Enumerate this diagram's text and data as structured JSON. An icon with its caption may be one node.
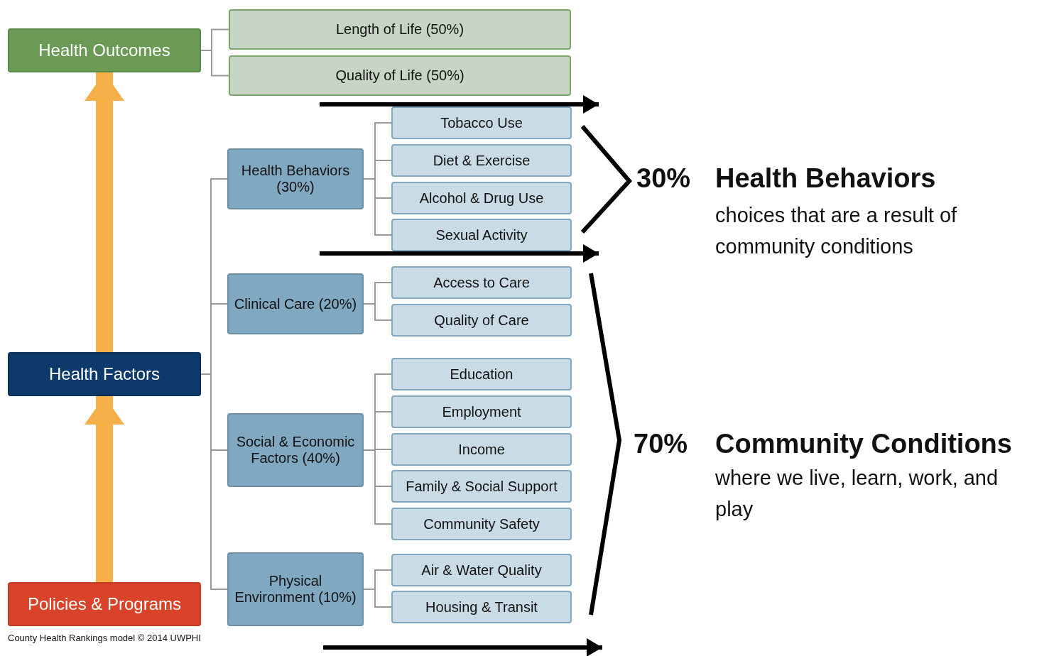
{
  "diagram": {
    "caption": "County Health Rankings model © 2014 UWPHI",
    "nodes": [
      {
        "text": [
          "Health Outcomes"
        ]
      },
      {
        "text": [
          "Length of Life (50%)"
        ]
      },
      {
        "text": [
          "Quality of Life (50%)"
        ]
      },
      {
        "text": [
          "Health Factors"
        ]
      },
      {
        "text": [
          "Health Behaviors (30%)"
        ]
      },
      {
        "text": [
          "Tobacco Use"
        ]
      },
      {
        "text": [
          "Diet & Exercise"
        ]
      },
      {
        "text": [
          "Alcohol & Drug Use"
        ]
      },
      {
        "text": [
          "Sexual Activity"
        ]
      },
      {
        "text": [
          "Clinical Care (20%)"
        ]
      },
      {
        "text": [
          "Access to Care"
        ]
      },
      {
        "text": [
          "Quality of Care"
        ]
      },
      {
        "text": [
          "Social & Economic Factors (40%)"
        ]
      },
      {
        "text": [
          "Education"
        ]
      },
      {
        "text": [
          "Employment"
        ]
      },
      {
        "text": [
          "Income"
        ]
      },
      {
        "text": [
          "Family & Social Support"
        ]
      },
      {
        "text": [
          "Community Safety"
        ]
      },
      {
        "text": [
          "Physical Environment (10%)"
        ]
      },
      {
        "text": [
          "Air & Water Quality"
        ]
      },
      {
        "text": [
          "Housing & Transit"
        ]
      },
      {
        "text": [
          "Policies & Programs"
        ]
      }
    ],
    "edges": [
      {
        "from": 0,
        "to": 1,
        "arrow": "none"
      },
      {
        "from": 0,
        "to": 2,
        "arrow": "none"
      },
      {
        "from": 3,
        "to": 4,
        "arrow": "none"
      },
      {
        "from": 3,
        "to": 9,
        "arrow": "none"
      },
      {
        "from": 3,
        "to": 12,
        "arrow": "none"
      },
      {
        "from": 3,
        "to": 18,
        "arrow": "none"
      },
      {
        "from": 4,
        "to": 5,
        "arrow": "none"
      },
      {
        "from": 4,
        "to": 6,
        "arrow": "none"
      },
      {
        "from": 4,
        "to": 7,
        "arrow": "none"
      },
      {
        "from": 4,
        "to": 8,
        "arrow": "none"
      },
      {
        "from": 9,
        "to": 10,
        "arrow": "none"
      },
      {
        "from": 9,
        "to": 11,
        "arrow": "none"
      },
      {
        "from": 12,
        "to": 13,
        "arrow": "none"
      },
      {
        "from": 12,
        "to": 14,
        "arrow": "none"
      },
      {
        "from": 12,
        "to": 15,
        "arrow": "none"
      },
      {
        "from": 12,
        "to": 16,
        "arrow": "none"
      },
      {
        "from": 12,
        "to": 17,
        "arrow": "none"
      },
      {
        "from": 18,
        "to": 19,
        "arrow": "none"
      },
      {
        "from": 18,
        "to": 20,
        "arrow": "none"
      },
      {
        "from": 21,
        "to": 3,
        "arrow": "to",
        "style": "thick",
        "color": "#f5b04a"
      },
      {
        "from": 3,
        "to": 0,
        "arrow": "to",
        "style": "thick",
        "color": "#f5b04a"
      }
    ],
    "labels": [
      "30%",
      "Health Behaviors",
      "choices that are a result of community conditions",
      "70%",
      "Community Conditions",
      "where we live, learn, work, and play"
    ]
  }
}
